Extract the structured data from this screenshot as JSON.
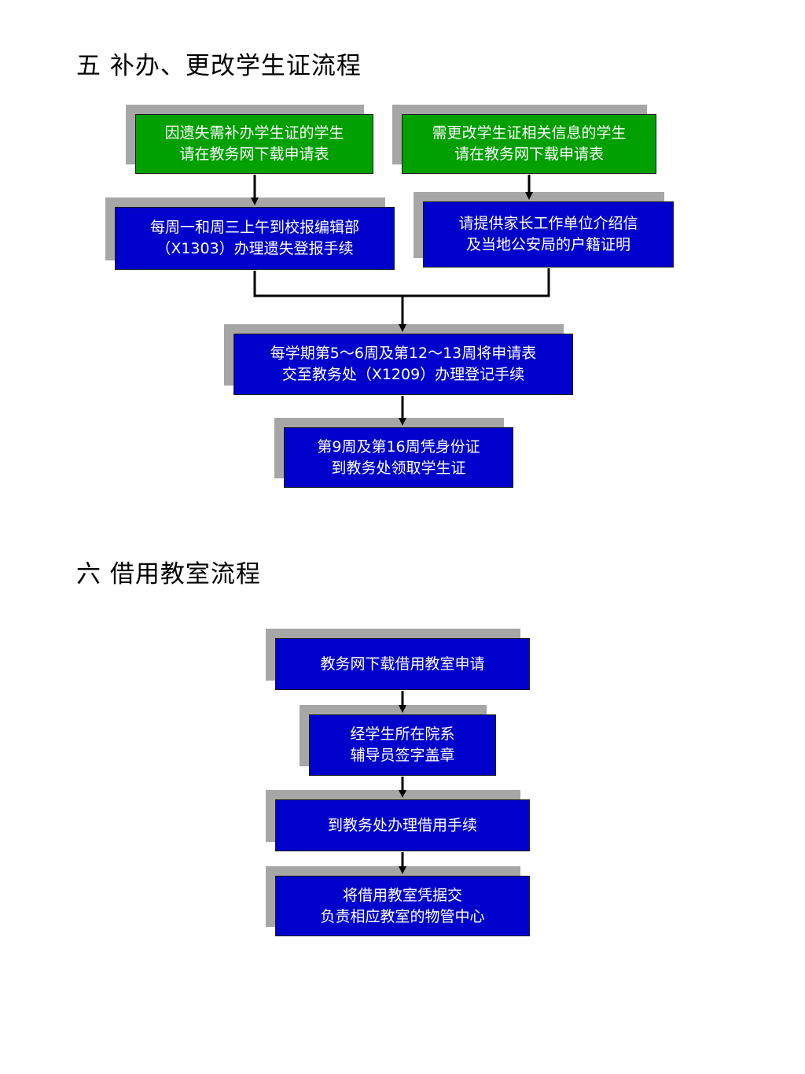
{
  "sections": [
    {
      "title": "五  补办、更改学生证流程",
      "nodes": {
        "lost_download": [
          "因遗失需补办学生证的学生",
          "请在教务网下载申请表"
        ],
        "change_download": [
          "需更改学生证相关信息的学生",
          "请在教务网下载申请表"
        ],
        "lost_register": [
          "每周一和周三上午到校报编辑部",
          "（X1303）办理遗失登报手续"
        ],
        "change_documents": [
          "请提供家长工作单位介绍信",
          "及当地公安局的户籍证明"
        ],
        "submit": [
          "每学期第5～6周及第12～13周将申请表",
          "交至教务处（X1209）办理登记手续"
        ],
        "collect": [
          "第9周及第16周凭身份证",
          "到教务处领取学生证"
        ]
      }
    },
    {
      "title": "六  借用教室流程",
      "nodes": {
        "download": [
          "教务网下载借用教室申请"
        ],
        "approve": [
          "经学生所在院系",
          "辅导员签字盖章"
        ],
        "process": [
          "到教务处办理借用手续"
        ],
        "handover": [
          "将借用教室凭据交",
          "负责相应教室的物管中心"
        ]
      }
    }
  ],
  "colors": {
    "start_box": "#00a000",
    "step_box": "#0000cc",
    "shadow": "#a6a6a6",
    "connector": "#000000"
  }
}
